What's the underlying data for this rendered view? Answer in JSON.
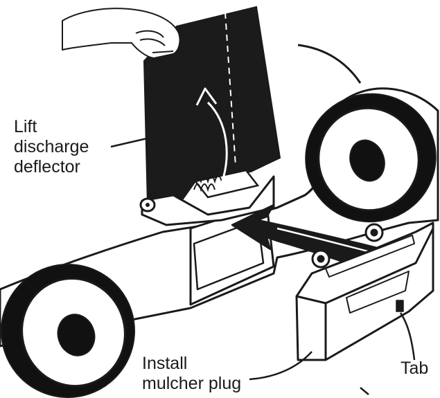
{
  "labels": {
    "lift_discharge_deflector": [
      "Lift",
      "discharge",
      "deflector"
    ],
    "install_mulcher_plug": [
      "Install",
      "mulcher plug"
    ],
    "tab": "Tab"
  },
  "colors": {
    "ink": "#1a1a1a",
    "deflector": "#1b1b1b",
    "paper": "#ffffff"
  }
}
